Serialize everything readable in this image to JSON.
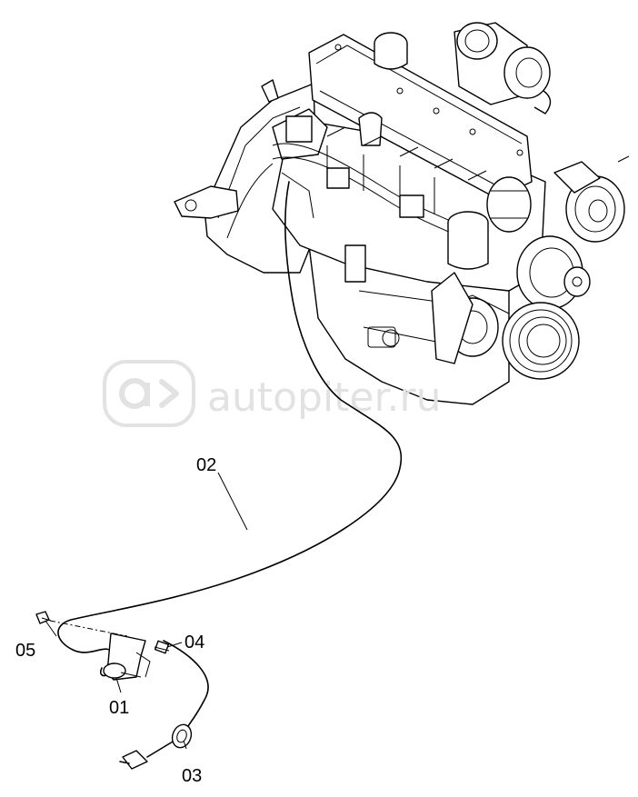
{
  "watermark": {
    "text": "autopiter.ru",
    "logo_icon": "autopiter-logo-icon"
  },
  "callouts": [
    {
      "id": "01",
      "label": "01"
    },
    {
      "id": "02",
      "label": "02"
    },
    {
      "id": "03",
      "label": "03"
    },
    {
      "id": "04",
      "label": "04"
    },
    {
      "id": "05",
      "label": "05"
    }
  ],
  "colors": {
    "line": "#000000",
    "watermark": "#e2e2e2",
    "background": "#ffffff"
  }
}
